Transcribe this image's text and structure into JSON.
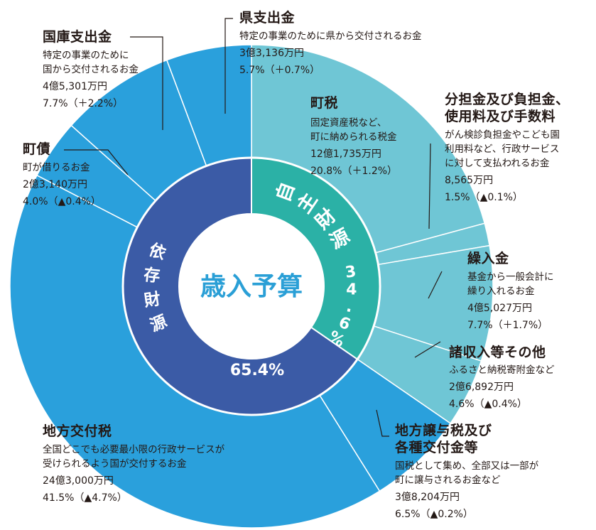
{
  "chart_data": {
    "type": "pie",
    "title": "歳入予算",
    "colors": {
      "outer_own": "#6fc6d5",
      "outer_dep": "#2aa0dc",
      "inner_own": "#2bb1a6",
      "inner_dep": "#3b5ba6",
      "title": "#2a9fd6",
      "separator": "#ffffff",
      "leader": "#231815"
    },
    "groups": [
      {
        "name": "自主財源",
        "percent_label": "34.6%",
        "value": 34.6
      },
      {
        "name": "依存財源",
        "percent_label": "65.4%",
        "value": 65.4
      }
    ],
    "slices": [
      {
        "group": 0,
        "name": "町税",
        "value": 20.8,
        "desc": "固定資産税など、|町に納められる税金",
        "amount": "12億1,735万円",
        "pct": "20.8%（＋1.2%）"
      },
      {
        "group": 0,
        "name": "分担金及び負担金、|使用料及び手数料",
        "value": 1.5,
        "desc": "がん検診負担金やこども園|利用料など、行政サービス|に対して支払われるお金",
        "amount": "8,565万円",
        "pct": "1.5%（▲0.1%）"
      },
      {
        "group": 0,
        "name": "繰入金",
        "value": 7.7,
        "desc": "基金から一般会計に|繰り入れるお金",
        "amount": "4億5,027万円",
        "pct": "7.7%（＋1.7%）"
      },
      {
        "group": 0,
        "name": "諸収入等その他",
        "value": 4.6,
        "desc": "ふるさと納税寄附金など",
        "amount": "2億6,892万円",
        "pct": "4.6%（▲0.4%）"
      },
      {
        "group": 1,
        "name": "地方譲与税及び|各種交付金等",
        "value": 6.5,
        "desc": "国税として集め、全部又は一部が|町に譲与されるお金など",
        "amount": "3億8,204万円",
        "pct": "6.5%（▲0.2%）"
      },
      {
        "group": 1,
        "name": "地方交付税",
        "value": 41.5,
        "desc": "全国どこでも必要最小限の行政サービスが|受けられるよう国が交付するお金",
        "amount": "24億3,000万円",
        "pct": "41.5%（▲4.7%）"
      },
      {
        "group": 1,
        "name": "町債",
        "value": 4.0,
        "desc": "町が借りるお金",
        "amount": "2億3,140万円",
        "pct": "4.0%（▲0.4%）"
      },
      {
        "group": 1,
        "name": "国庫支出金",
        "value": 7.7,
        "desc": "特定の事業のために|国から交付されるお金",
        "amount": "4億5,301万円",
        "pct": "7.7%（＋2.2%）"
      },
      {
        "group": 1,
        "name": "県支出金",
        "value": 5.7,
        "desc": "特定の事業のために県から交付されるお金",
        "amount": "3億3,136万円",
        "pct": "5.7%（＋0.7%）"
      }
    ]
  }
}
